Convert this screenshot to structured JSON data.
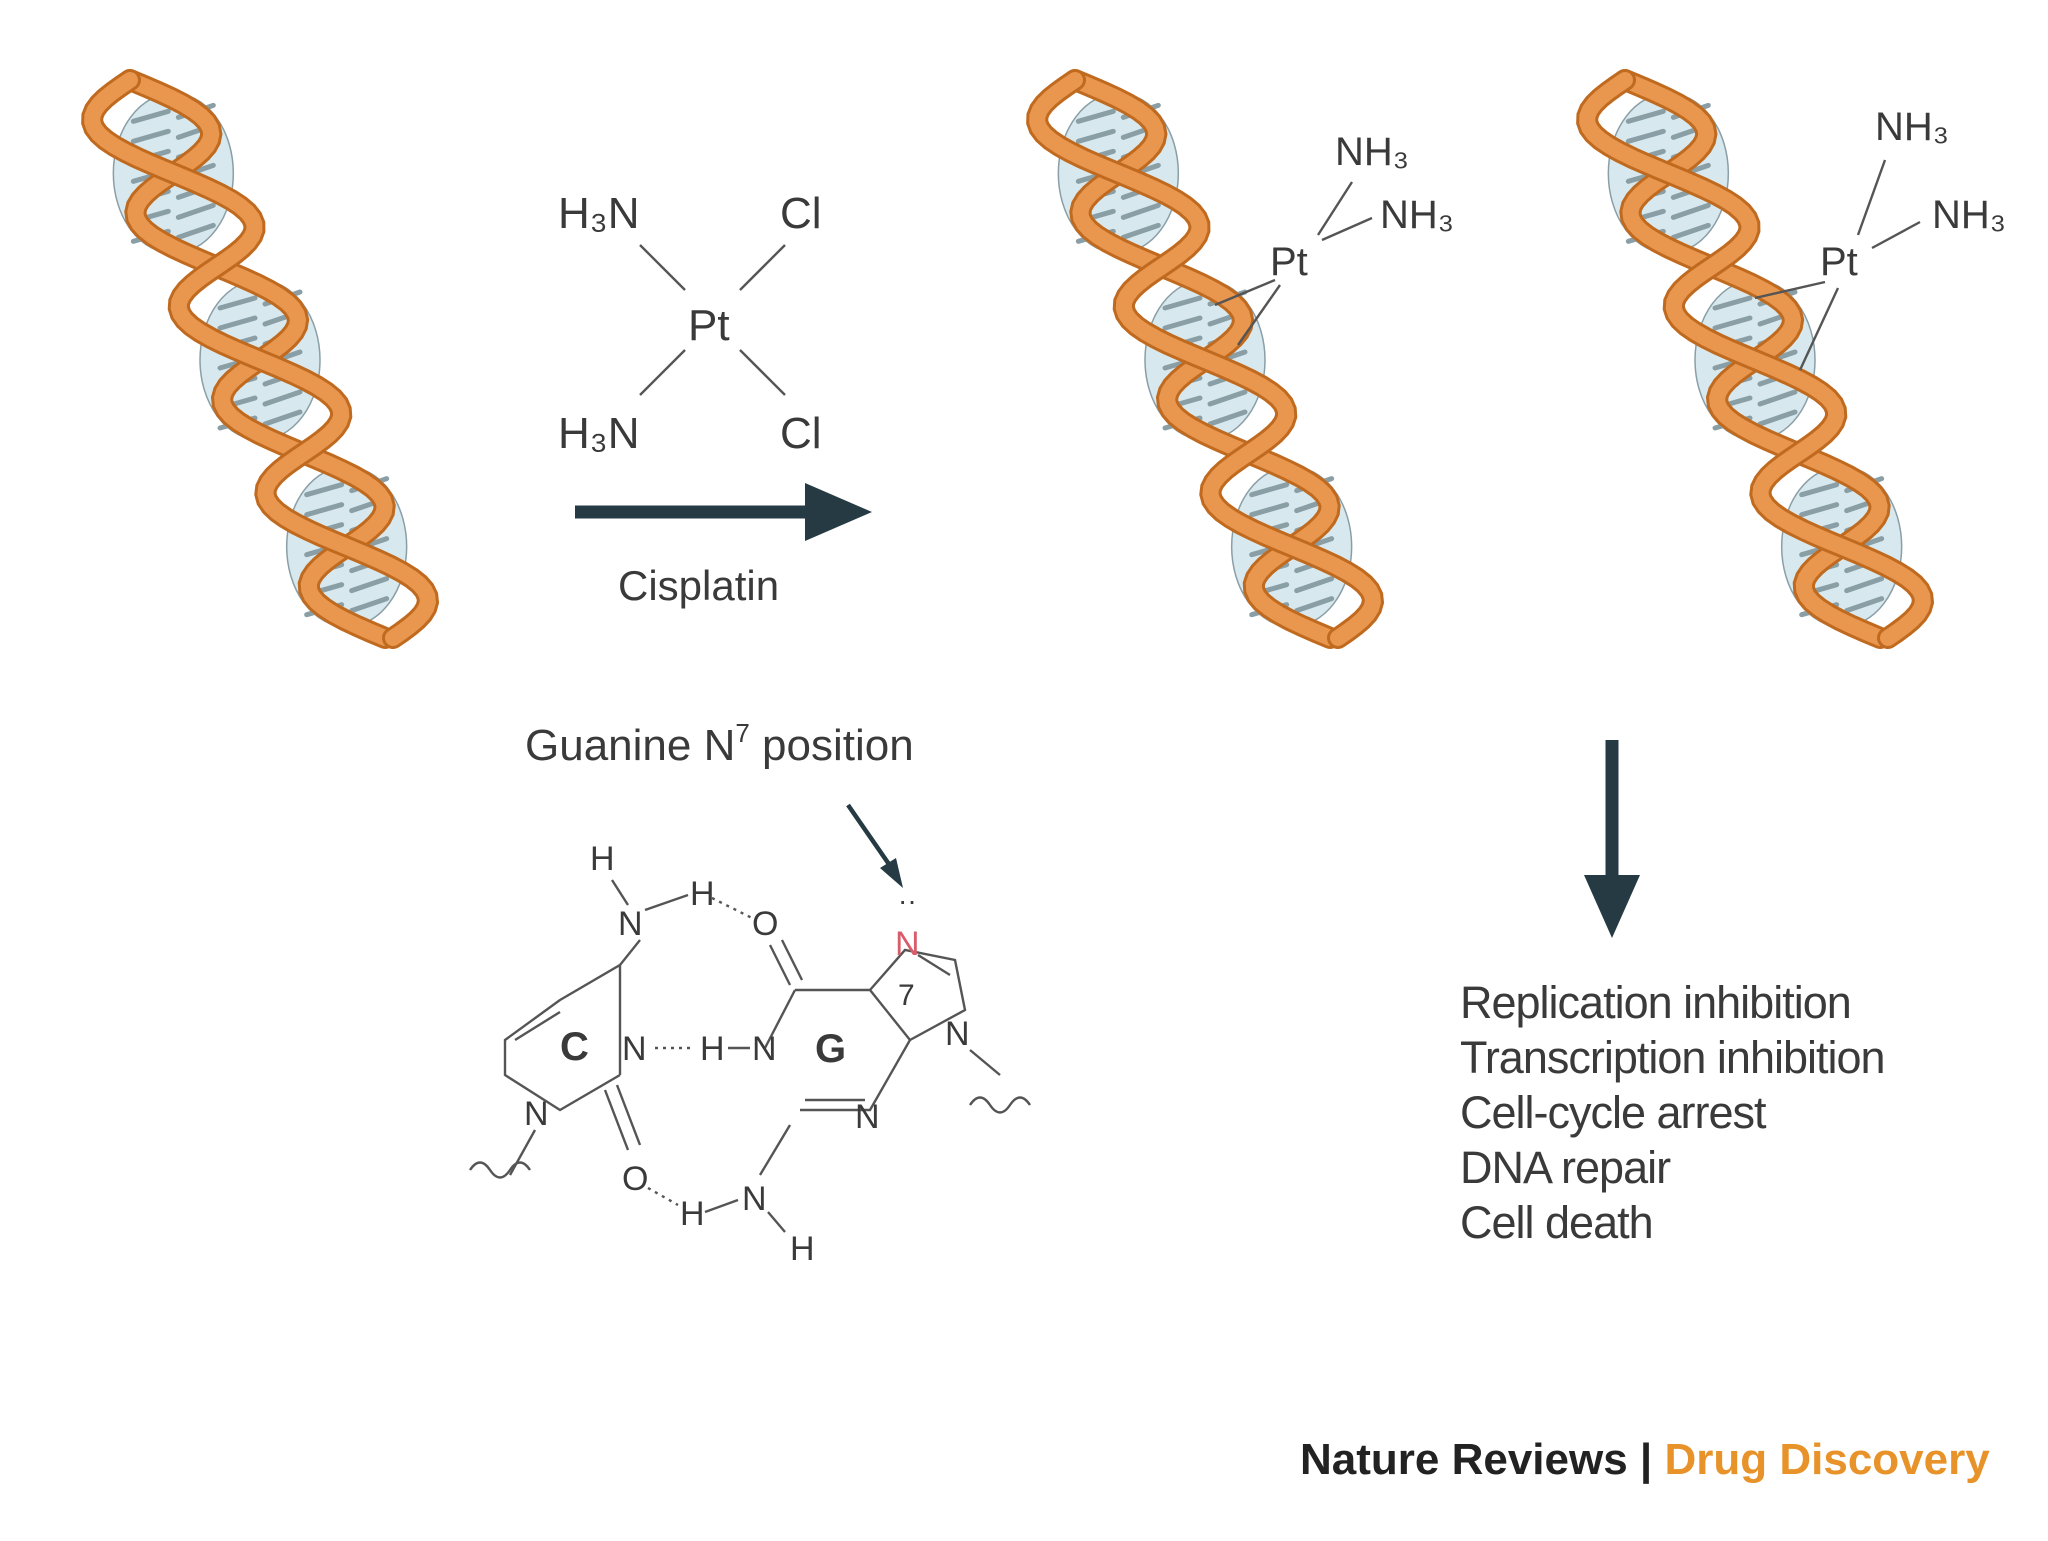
{
  "colors": {
    "backbone": "#e9964e",
    "backbone_dark": "#c06a1f",
    "base_fill": "#d7e9ee",
    "base_stroke": "#8a9ea6",
    "arrow": "#263a44",
    "n7_highlight": "#d95c6a",
    "brand_orange": "#e8922a",
    "text_dark": "#222222"
  },
  "cisplatin": {
    "ligand_tl": "H₃N",
    "ligand_tr": "Cl",
    "center": "Pt",
    "ligand_bl": "H₃N",
    "ligand_br": "Cl",
    "arrow_label": "Cisplatin"
  },
  "adduct1": {
    "center": "Pt",
    "ligand1": "NH₃",
    "ligand2": "NH₃"
  },
  "adduct2": {
    "center": "Pt",
    "ligand1": "NH₃",
    "ligand2": "NH₃"
  },
  "basepair": {
    "label_main": "Guanine N",
    "label_sup": "7",
    "label_rest": " position",
    "cytosine_letter": "C",
    "guanine_letter": "G",
    "n7_number": "7",
    "atom_N": "N",
    "atom_H": "H",
    "atom_O": "O",
    "n7_lone_pair": "··"
  },
  "effects": [
    "Replication inhibition",
    "Transcription inhibition",
    "Cell-cycle arrest",
    "DNA repair",
    "Cell death"
  ],
  "footer": {
    "journal": "Nature Reviews",
    "separator": " | ",
    "section": "Drug Discovery"
  }
}
